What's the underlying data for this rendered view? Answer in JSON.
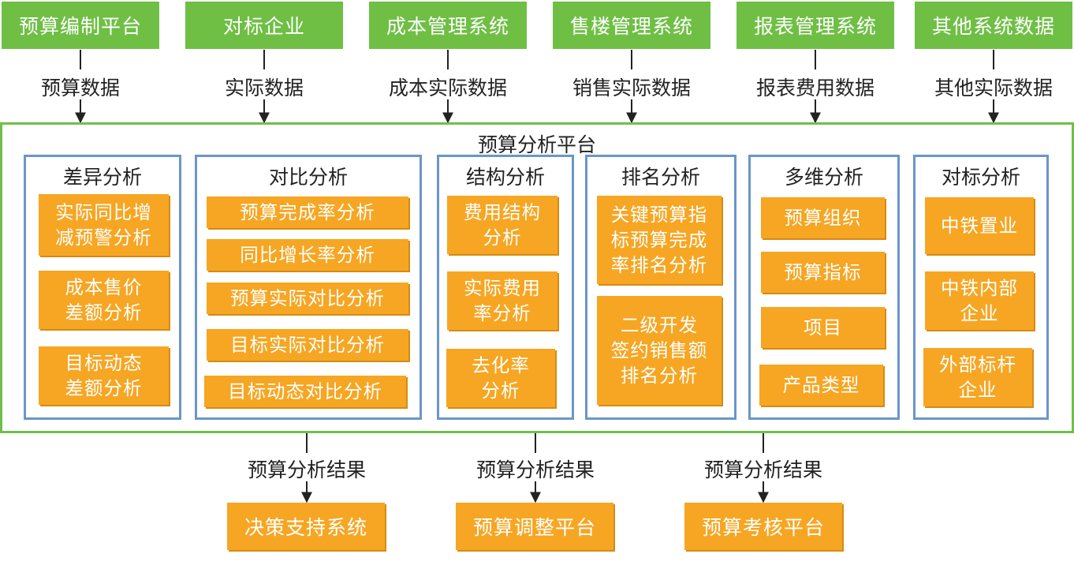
{
  "sources": [
    {
      "name": "预算编制平台",
      "data": "预算数据"
    },
    {
      "name": "对标企业",
      "data": "实际数据"
    },
    {
      "name": "成本管理系统",
      "data": "成本实际数据"
    },
    {
      "name": "售楼管理系统",
      "data": "销售实际数据"
    },
    {
      "name": "报表管理系统",
      "data": "报表费用数据"
    },
    {
      "name": "其他系统数据",
      "data": "其他实际数据"
    }
  ],
  "platform": {
    "title": "预算分析平台",
    "panels": [
      {
        "title": "差异分析",
        "items": [
          "实际同比增\n减预警分析",
          "成本售价\n差额分析",
          "目标动态\n差额分析"
        ]
      },
      {
        "title": "对比分析",
        "items": [
          "预算完成率分析",
          "同比增长率分析",
          "预算实际对比分析",
          "目标实际对比分析",
          "目标动态对比分析"
        ]
      },
      {
        "title": "结构分析",
        "items": [
          "费用结构\n分析",
          "实际费用\n率分析",
          "去化率\n分析"
        ]
      },
      {
        "title": "排名分析",
        "items": [
          "关键预算指\n标预算完成\n率排名分析",
          "二级开发\n签约销售额\n排名分析"
        ]
      },
      {
        "title": "多维分析",
        "items": [
          "预算组织",
          "预算指标",
          "项目",
          "产品类型"
        ]
      },
      {
        "title": "对标分析",
        "items": [
          "中铁置业",
          "中铁内部\n企业",
          "外部标杆\n企业"
        ]
      }
    ]
  },
  "outputs": [
    {
      "label": "预算分析结果",
      "target": "决策支持系统"
    },
    {
      "label": "预算分析结果",
      "target": "预算调整平台"
    },
    {
      "label": "预算分析结果",
      "target": "预算考核平台"
    }
  ],
  "colors": {
    "source_fill": "#6fbf45",
    "platform_border": "#70bf4a",
    "panel_border": "#6b96c8",
    "item_fill": "#f6a623",
    "arrow": "#222222"
  }
}
